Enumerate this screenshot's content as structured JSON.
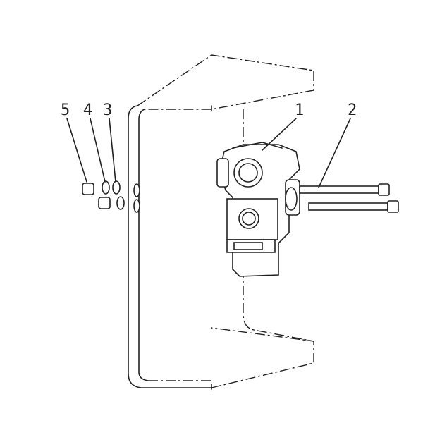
{
  "diagram": {
    "type": "exploded-parts-drawing",
    "callouts": [
      {
        "id": "callout-5",
        "label": "5"
      },
      {
        "id": "callout-4",
        "label": "4"
      },
      {
        "id": "callout-3",
        "label": "3"
      },
      {
        "id": "callout-1",
        "label": "1"
      },
      {
        "id": "callout-2",
        "label": "2"
      }
    ]
  }
}
